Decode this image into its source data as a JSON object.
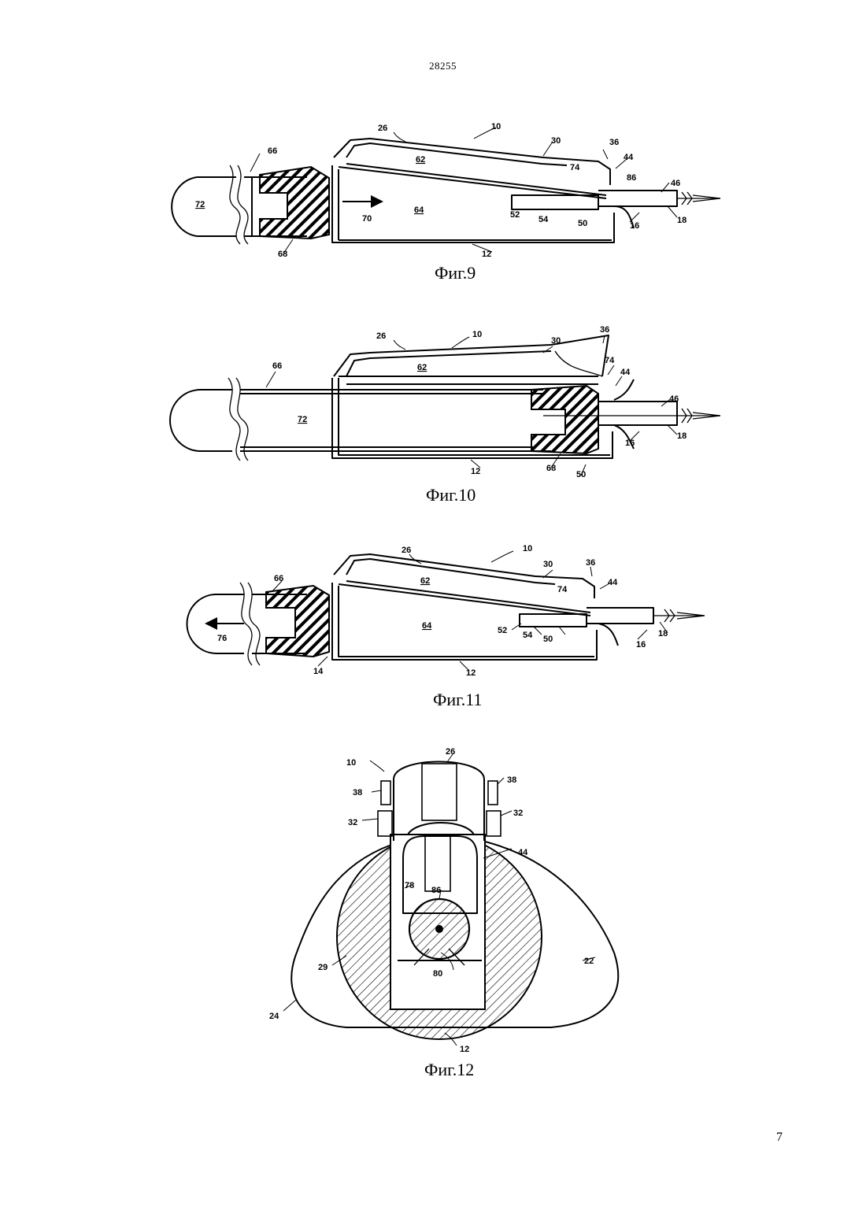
{
  "header": {
    "doc_number": "28255"
  },
  "footer": {
    "page_number": "7"
  },
  "figures": {
    "fig9": {
      "caption": "Фиг.9",
      "labels": {
        "l10": "10",
        "l12": "12",
        "l16": "16",
        "l18": "18",
        "l26": "26",
        "l30": "30",
        "l36": "36",
        "l44": "44",
        "l46": "46",
        "l50": "50",
        "l52": "52",
        "l54": "54",
        "l62": "62",
        "l64": "64",
        "l66": "66",
        "l68": "68",
        "l70": "70",
        "l72": "72",
        "l74": "74",
        "l86": "86"
      }
    },
    "fig10": {
      "caption": "Фиг.10",
      "labels": {
        "l10": "10",
        "l12": "12",
        "l16": "16",
        "l18": "18",
        "l26": "26",
        "l30": "30",
        "l36": "36",
        "l44": "44",
        "l46": "46",
        "l50": "50",
        "l62": "62",
        "l66": "66",
        "l68": "68",
        "l72": "72",
        "l74": "74"
      }
    },
    "fig11": {
      "caption": "Фиг.11",
      "labels": {
        "l10": "10",
        "l12": "12",
        "l14": "14",
        "l16": "16",
        "l18": "18",
        "l26": "26",
        "l30": "30",
        "l36": "36",
        "l44": "44",
        "l50": "50",
        "l52": "52",
        "l54": "54",
        "l62": "62",
        "l64": "64",
        "l66": "66",
        "l74": "74",
        "l76": "76"
      }
    },
    "fig12": {
      "caption": "Фиг.12",
      "labels": {
        "l10": "10",
        "l12": "12",
        "l22": "22",
        "l24": "24",
        "l26": "26",
        "l29": "29",
        "l32a": "32",
        "l32b": "32",
        "l38a": "38",
        "l38b": "38",
        "l44": "44",
        "l78": "78",
        "l80": "80",
        "l86": "86"
      }
    }
  }
}
